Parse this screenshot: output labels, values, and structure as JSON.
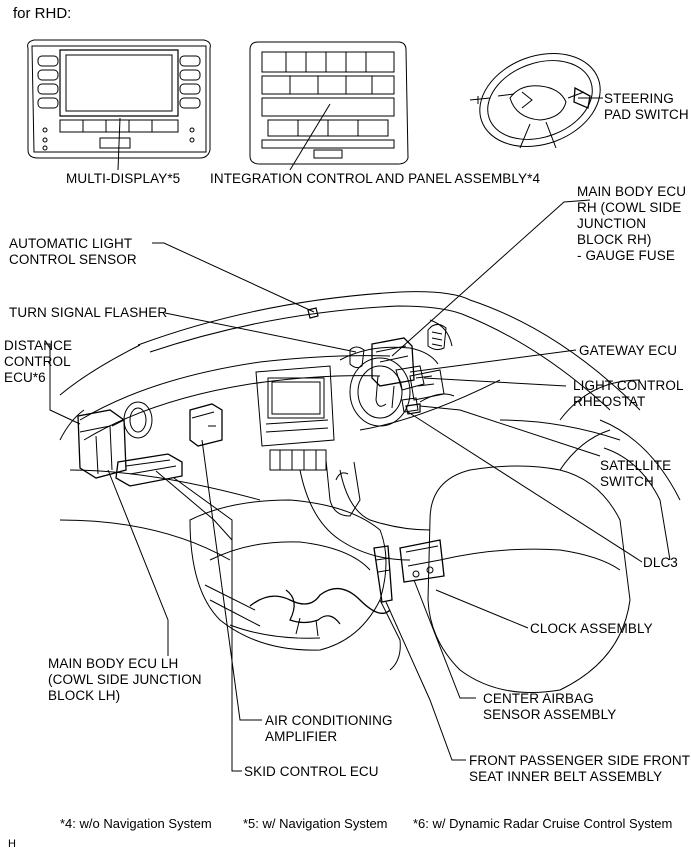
{
  "header": "for RHD:",
  "labels": {
    "multi_display": "MULTI-DISPLAY*5",
    "integration_panel": "INTEGRATION CONTROL AND PANEL ASSEMBLY*4",
    "steering_pad_switch": "STEERING\nPAD SWITCH",
    "main_body_ecu_rh": "MAIN BODY ECU\nRH (COWL SIDE\nJUNCTION\nBLOCK RH)\n- GAUGE FUSE",
    "auto_light_sensor": "AUTOMATIC LIGHT\nCONTROL SENSOR",
    "turn_signal_flasher": "TURN SIGNAL FLASHER",
    "distance_control_ecu": "DISTANCE\nCONTROL\nECU*6",
    "gateway_ecu": "GATEWAY ECU",
    "light_control_rheostat": "LIGHT CONTROL\nRHEOSTAT",
    "satellite_switch": "SATELLITE\nSWITCH",
    "dlc3": "DLC3",
    "clock_assembly": "CLOCK ASSEMBLY",
    "main_body_ecu_lh": "MAIN BODY ECU LH\n(COWL SIDE JUNCTION\nBLOCK LH)",
    "center_airbag": "CENTER AIRBAG\nSENSOR ASSEMBLY",
    "air_conditioning_amp": "AIR CONDITIONING\nAMPLIFIER",
    "front_passenger_belt": "FRONT PASSENGER SIDE FRONT\nSEAT INNER BELT ASSEMBLY",
    "skid_control_ecu": "SKID CONTROL ECU"
  },
  "footnotes": {
    "n4": "*4: w/o Navigation System",
    "n5": "*5: w/ Navigation System",
    "n6": "*6: w/ Dynamic Radar Cruise Control System"
  },
  "corner_mark": "H"
}
